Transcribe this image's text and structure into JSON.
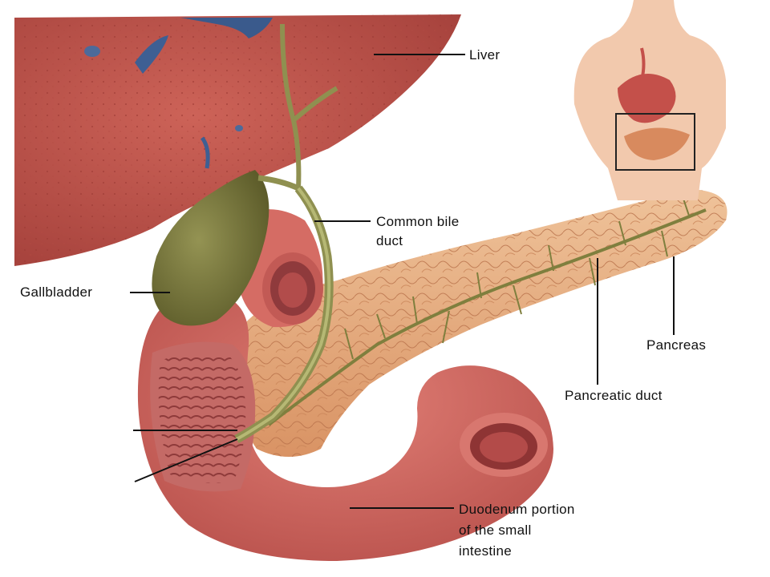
{
  "labels": {
    "liver": "Liver",
    "common_bile_duct_line1": "Common bile",
    "common_bile_duct_line2": "duct",
    "gallbladder": "Gallbladder",
    "pancreas": "Pancreas",
    "pancreatic_duct": "Pancreatic duct",
    "duodenum_line1": "Duodenum portion",
    "duodenum_line2": "of the small",
    "duodenum_line3": "intestine"
  },
  "colors": {
    "liver": "#c0524a",
    "gallbladder": "#7b7a3e",
    "pancreas": "#e3a676",
    "duodenum": "#d46a63",
    "bile_duct": "#8f9050",
    "leader_line": "#111111",
    "skin": "#f2c9ad"
  }
}
